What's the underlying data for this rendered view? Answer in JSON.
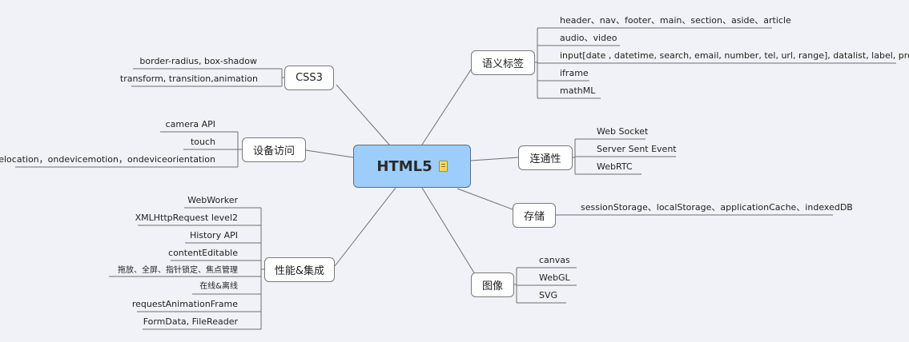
{
  "root": {
    "label": "HTML5",
    "icon": "note-icon"
  },
  "branches": {
    "semantic": {
      "label": "语义标签",
      "leaves": [
        "header、nav、footer、main、section、aside、article",
        "audio、video",
        "input[date , datetime, search, email,  number, tel, url, range], datalist, label, progress",
        "iframe",
        "mathML"
      ]
    },
    "connectivity": {
      "label": "连通性",
      "leaves": [
        "Web Socket",
        "Server Sent Event",
        "WebRTC"
      ]
    },
    "storage": {
      "label": "存储",
      "leaves": [
        "sessionStorage、localStorage、applicationCache、indexedDB"
      ]
    },
    "graphics": {
      "label": "图像",
      "leaves": [
        "canvas",
        "WebGL",
        "SVG"
      ]
    },
    "css3": {
      "label": "CSS3",
      "leaves": [
        "border-radius, box-shadow",
        "transform, transition,animation"
      ]
    },
    "device": {
      "label": "设备访问",
      "leaves": [
        "camera API",
        "touch",
        "gelocation，ondevicemotion，ondeviceorientation"
      ]
    },
    "performance": {
      "label": "性能&集成",
      "leaves": [
        "WebWorker",
        "XMLHttpRequest level2",
        "History API",
        "contentEditable",
        "拖放、全屏、指针锁定、焦点管理",
        "在线&离线",
        "requestAnimationFrame",
        "FormData, FileReader"
      ]
    }
  }
}
